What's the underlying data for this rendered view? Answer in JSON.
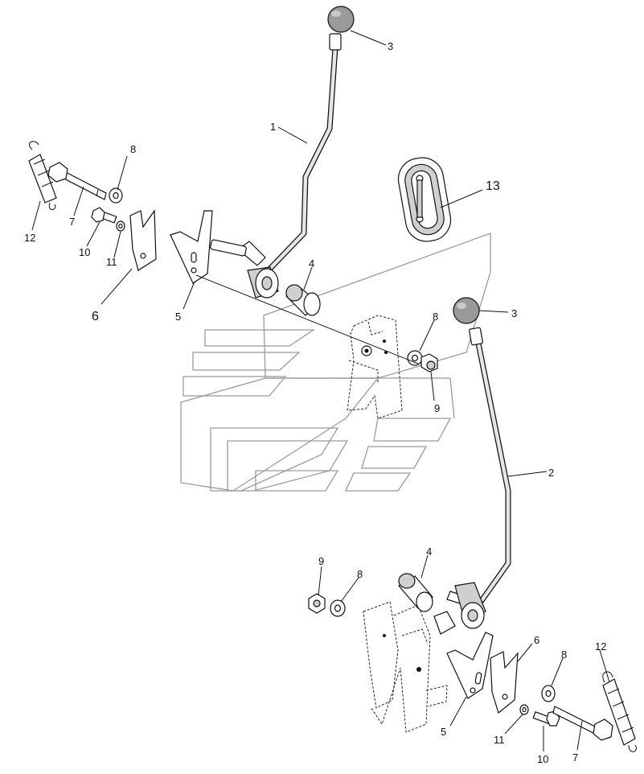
{
  "callouts": [
    {
      "id": "c-1",
      "text": "1"
    },
    {
      "id": "c-2",
      "text": "2"
    },
    {
      "id": "c-3a",
      "text": "3"
    },
    {
      "id": "c-3b",
      "text": "3"
    },
    {
      "id": "c-4a",
      "text": "4"
    },
    {
      "id": "c-4b",
      "text": "4"
    },
    {
      "id": "c-5a",
      "text": "5"
    },
    {
      "id": "c-5b",
      "text": "5"
    },
    {
      "id": "c-6a",
      "text": "6"
    },
    {
      "id": "c-6b",
      "text": "6"
    },
    {
      "id": "c-7a",
      "text": "7"
    },
    {
      "id": "c-7b",
      "text": "7"
    },
    {
      "id": "c-8a",
      "text": "8"
    },
    {
      "id": "c-8b",
      "text": "8"
    },
    {
      "id": "c-8c",
      "text": "8"
    },
    {
      "id": "c-8d",
      "text": "8"
    },
    {
      "id": "c-9a",
      "text": "9"
    },
    {
      "id": "c-9b",
      "text": "9"
    },
    {
      "id": "c-10a",
      "text": "10"
    },
    {
      "id": "c-10b",
      "text": "10"
    },
    {
      "id": "c-11a",
      "text": "11"
    },
    {
      "id": "c-11b",
      "text": "11"
    },
    {
      "id": "c-12a",
      "text": "12"
    },
    {
      "id": "c-12b",
      "text": "12"
    },
    {
      "id": "c-13",
      "text": "13"
    }
  ]
}
